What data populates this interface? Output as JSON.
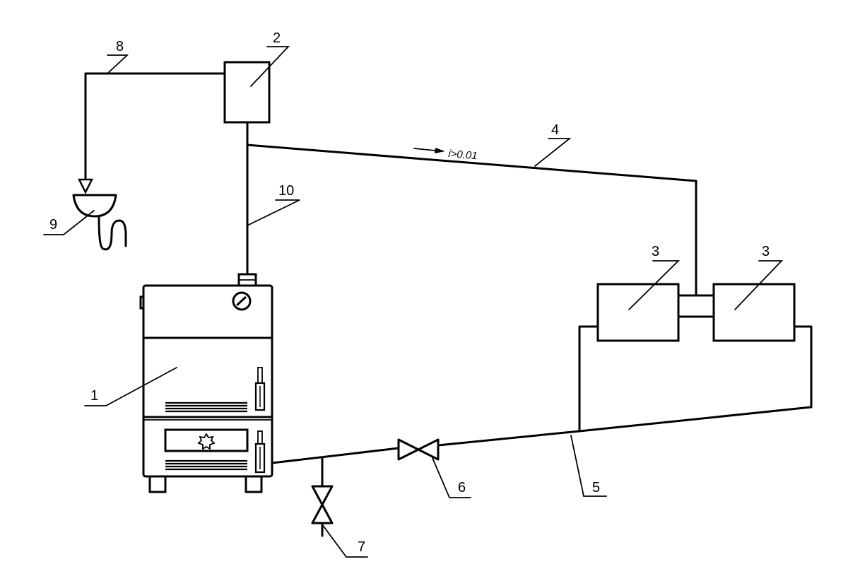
{
  "labels": {
    "boiler": "1",
    "expansion_tank": "2",
    "radiator_left": "3",
    "radiator_right": "3",
    "supply_pipe": "4",
    "return_pipe": "5",
    "return_valve": "6",
    "drain_valve": "7",
    "overflow_pipe": "8",
    "drain_funnel": "9",
    "riser_pipe": "10"
  },
  "slope_note": "i>0.01"
}
